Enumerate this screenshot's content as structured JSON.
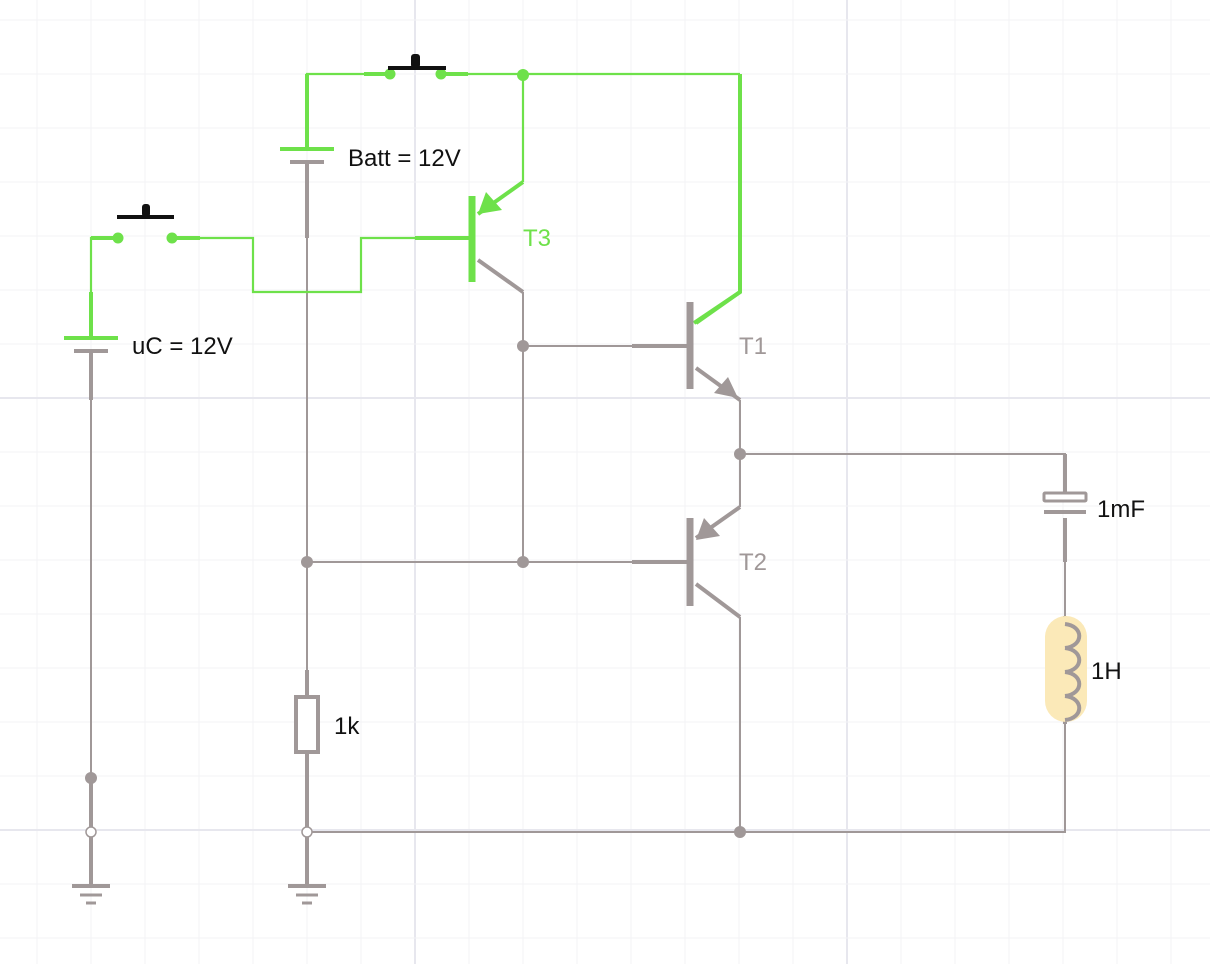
{
  "colors": {
    "active_wire": "#6ee14a",
    "inactive_wire": "#a09898",
    "switch_actuator": "#111111",
    "grid_minor": "#f3f3f6",
    "grid_major": "#e7e7ee",
    "inductor_highlight": "#fbe9b8"
  },
  "components": {
    "batt_label": "Batt = 12V",
    "uc_label": "uC = 12V",
    "t1_label": "T1",
    "t2_label": "T2",
    "t3_label": "T3",
    "resistor_label": "1k",
    "capacitor_label": "1mF",
    "inductor_label": "1H"
  },
  "icons": [
    "battery-icon",
    "pushbutton-switch-icon",
    "pnp-transistor-icon",
    "npn-transistor-icon",
    "resistor-icon",
    "capacitor-icon",
    "inductor-icon",
    "ground-icon"
  ]
}
